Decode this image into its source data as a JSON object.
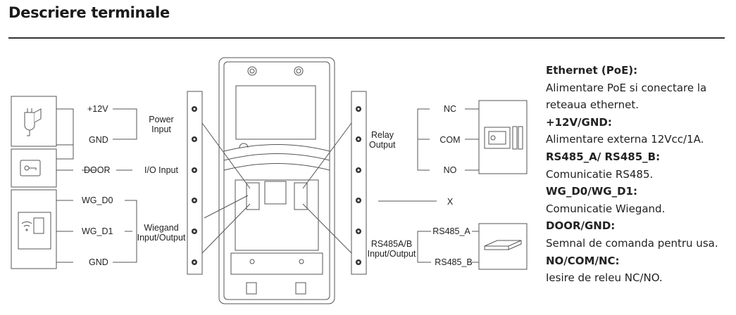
{
  "title": "Descriere terminale",
  "labels": {
    "v12": "+12V",
    "gnd_power": "GND",
    "door": "DOOR",
    "wg_d0": "WG_D0",
    "wg_d1": "WG_D1",
    "gnd_wiegand": "GND",
    "power_input_1": "Power",
    "power_input_2": "Input",
    "io_input": "I/O Input",
    "wiegand_1": "Wiegand",
    "wiegand_2": "Input/Output",
    "relay_1": "Relay",
    "relay_2": "Output",
    "rs485_1": "RS485A/B",
    "rs485_2": "Input/Output",
    "nc": "NC",
    "com": "COM",
    "no": "NO",
    "x": "X",
    "rs485_a": "RS485_A",
    "rs485_b": "RS485_B"
  },
  "descriptions": [
    {
      "heading": "Ethernet (PoE):",
      "text": "Alimentare PoE si conectare la reteaua ethernet."
    },
    {
      "heading": "+12V/GND:",
      "text": "Alimentare externa 12Vcc/1A."
    },
    {
      "heading": "RS485_A/ RS485_B:",
      "text": "Comunicatie RS485."
    },
    {
      "heading": "WG_D0/WG_D1:",
      "text": "Comunicatie Wiegand."
    },
    {
      "heading": "DOOR/GND:",
      "text": "Semnal de comanda pentru usa."
    },
    {
      "heading": "NO/COM/NC:",
      "text": "Iesire de releu NC/NO."
    }
  ],
  "colors": {
    "line": "#555555",
    "text": "#222222",
    "rule": "#333333"
  },
  "icons": [
    "power-adapter-icon",
    "exit-button-icon",
    "card-reader-icon",
    "electric-lock-icon",
    "network-switch-icon"
  ]
}
